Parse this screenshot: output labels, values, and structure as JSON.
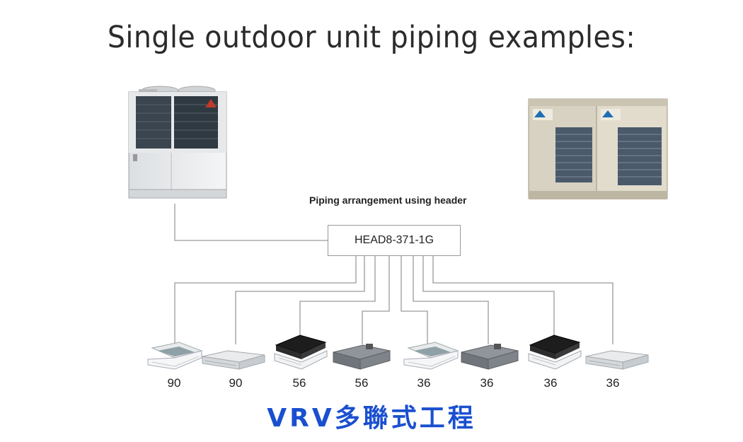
{
  "title": "Single outdoor unit piping examples:",
  "subtitle": "Piping arrangement using header",
  "header_box": {
    "label": "HEAD8-371-1G"
  },
  "outdoor_units": [
    {
      "icon": "outdoor-unit-left-icon"
    },
    {
      "icon": "outdoor-unit-right-icon"
    }
  ],
  "indoor_units": [
    {
      "type": "cassette-white",
      "capacity": "90"
    },
    {
      "type": "ceiling-suspended",
      "capacity": "90"
    },
    {
      "type": "cassette-black",
      "capacity": "56"
    },
    {
      "type": "ducted",
      "capacity": "56"
    },
    {
      "type": "cassette-white",
      "capacity": "36"
    },
    {
      "type": "ducted",
      "capacity": "36"
    },
    {
      "type": "cassette-black",
      "capacity": "36"
    },
    {
      "type": "ceiling-suspended",
      "capacity": "36"
    }
  ],
  "footer": "VRV多聯式工程",
  "colors": {
    "pipe": "#9a9a9a",
    "footer": "#1a4fd0"
  }
}
